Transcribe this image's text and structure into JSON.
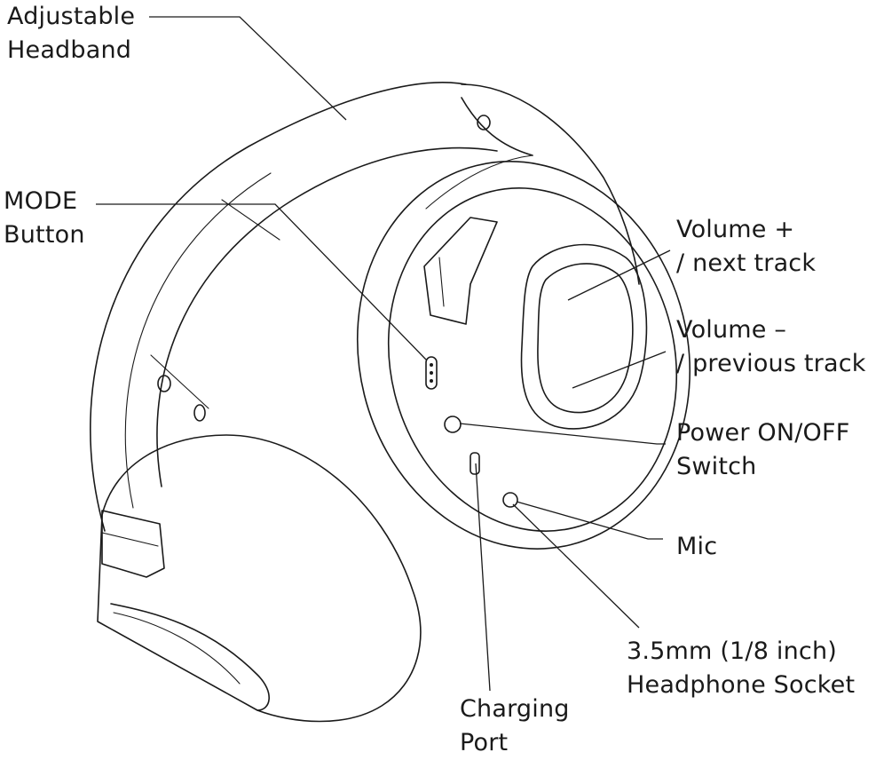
{
  "labels": {
    "headband": [
      "Adjustable",
      "Headband"
    ],
    "mode": [
      "MODE",
      "Button"
    ],
    "vol_up": [
      "Volume +",
      "/ next track"
    ],
    "vol_down": [
      "Volume –",
      "/ previous track"
    ],
    "power": [
      "Power ON/OFF",
      "Switch"
    ],
    "mic": [
      "Mic"
    ],
    "socket": [
      "3.5mm (1/8 inch)",
      "Headphone Socket"
    ],
    "charging": [
      "Charging",
      "Port"
    ]
  },
  "colors": {
    "line": "#1a1a1a",
    "background": "#ffffff"
  }
}
